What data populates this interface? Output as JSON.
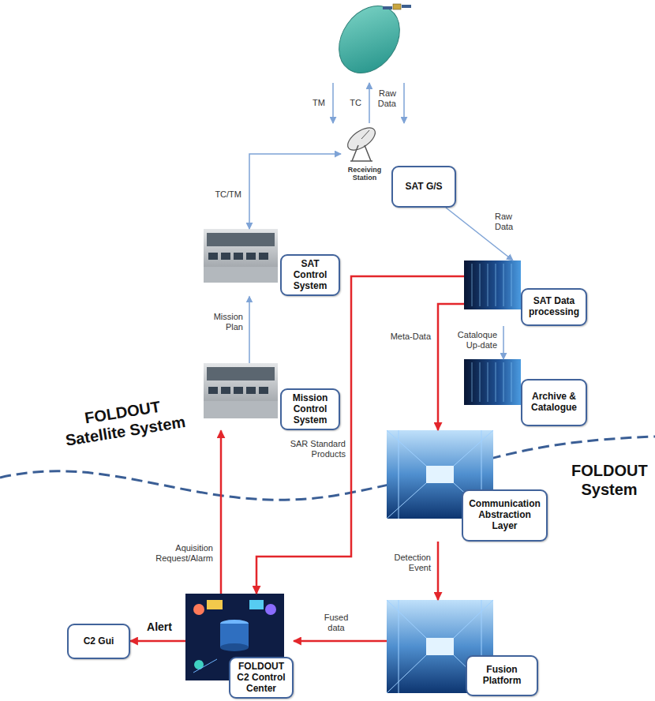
{
  "diagram": {
    "nodes": [
      {
        "text": [
          "Receiving Station"
        ]
      },
      {
        "text": [
          "SAT G/S"
        ]
      },
      {
        "text": [
          "SAT Control System"
        ]
      },
      {
        "text": [
          "SAT Data processing"
        ]
      },
      {
        "text": [
          "Mission Control System"
        ]
      },
      {
        "text": [
          "Archive & Catalogue"
        ]
      },
      {
        "text": [
          "Communication Abstraction Layer"
        ]
      },
      {
        "text": [
          "C2 Gui"
        ]
      },
      {
        "text": [
          "FOLDOUT C2 Control Center"
        ]
      },
      {
        "text": [
          "Fusion Platform"
        ]
      }
    ],
    "edges": [
      {
        "from": 2,
        "to": 0,
        "label": "TC/TM",
        "arrow": "both"
      },
      {
        "from": 1,
        "to": 3,
        "label": "Raw Data",
        "arrow": "to"
      },
      {
        "from": 4,
        "to": 2,
        "label": "Mission Plan",
        "arrow": "to"
      },
      {
        "from": 3,
        "to": 5,
        "label": "Cataloque Up-date",
        "arrow": "to"
      },
      {
        "from": 3,
        "to": 6,
        "label": "Meta-Data",
        "arrow": "to"
      },
      {
        "from": 3,
        "to": 8,
        "label": "SAR Standard Products",
        "arrow": "to"
      },
      {
        "from": 8,
        "to": 4,
        "label": "Aquisition Request/Alarm",
        "arrow": "to"
      },
      {
        "from": 6,
        "to": 9,
        "label": "Detection Event",
        "arrow": "to"
      },
      {
        "from": 9,
        "to": 8,
        "label": "Fused data",
        "arrow": "to"
      },
      {
        "from": 8,
        "to": 7,
        "label": "Alert",
        "arrow": "to"
      }
    ],
    "labels": [
      "TM",
      "TC",
      "Raw Data",
      "FOLDOUT Satellite System",
      "FOLDOUT System"
    ]
  }
}
